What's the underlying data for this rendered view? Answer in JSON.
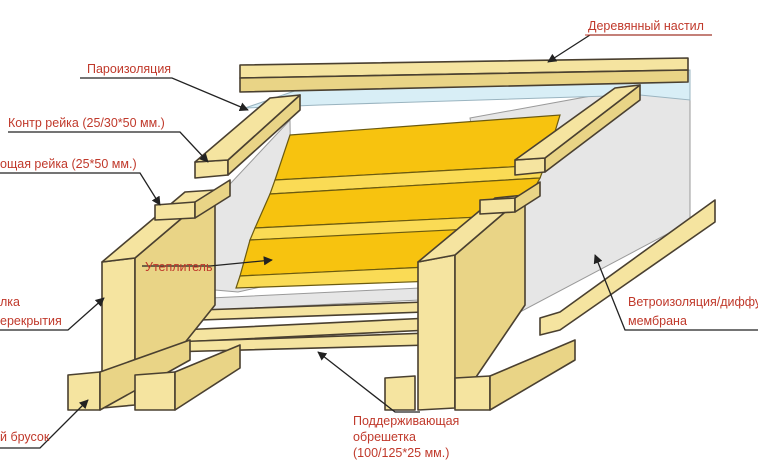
{
  "labels": {
    "deck": "Деревянный настил",
    "vapor": "Пароизоляция",
    "counter_batten": "Контр рейка (25/30*50 мм.)",
    "batten": "ощая рейка (25*50 мм.)",
    "insulation": "Утеплитель",
    "beam_line1": "лка",
    "beam_line2": "ерекрытия",
    "wind_line1": "Ветроизоляция/диффу",
    "wind_line2": "мембрана",
    "support_line1": "Поддерживающая",
    "support_line2": "обрешетка",
    "support_line3": "(100/125*25 мм.)",
    "bar": "й брусок"
  },
  "colors": {
    "label_text": "#c0392b",
    "wood": "#f5e4a0",
    "insulation": "#f7c30f",
    "membrane": "#e6e6e6",
    "vapor_barrier": "#d8eef6"
  }
}
